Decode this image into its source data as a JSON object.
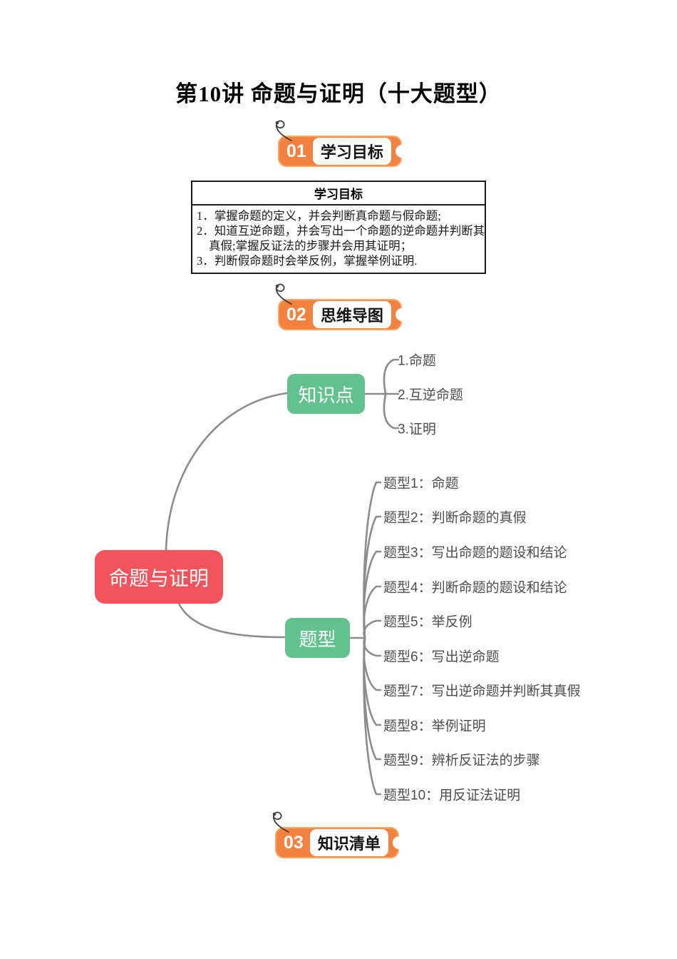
{
  "page": {
    "title": "第10讲 命题与证明（十大题型）"
  },
  "sections": [
    {
      "number": "01",
      "label": "学习目标"
    },
    {
      "number": "02",
      "label": "思维导图"
    },
    {
      "number": "03",
      "label": "知识清单"
    }
  ],
  "objectives_table": {
    "header": "学习目标",
    "lines": [
      "1．掌握命题的定义，并会判断真命题与假命题;",
      "2．知道互逆命题，并会写出一个命题的逆命题并判断其",
      "真假;掌握反证法的步骤并会用其证明；",
      "3．判断假命题时会举反例，掌握举例证明."
    ]
  },
  "mindmap": {
    "root": "命题与证明",
    "branches": [
      {
        "label": "知识点",
        "children": [
          "1.命题",
          "2.互逆命题",
          "3.证明"
        ]
      },
      {
        "label": "题型",
        "children": [
          "题型1：命题",
          "题型2：判断命题的真假",
          "题型3：写出命题的题设和结论",
          "题型4：判断命题的题设和结论",
          "题型5：举反例",
          "题型6：写出逆命题",
          "题型7：写出逆命题并判断其真假",
          "题型8：举例证明",
          "题型9：辨析反证法的步骤",
          "题型10：用反证法证明"
        ]
      }
    ]
  },
  "icons": {
    "pin": "spiral-pin"
  },
  "colors": {
    "badge_orange": "#F3813F",
    "badge_border": "#F9A765",
    "node_green": "#62C28D",
    "root_red": "#F3545C",
    "connector_gray": "#8C8C8C",
    "leaf_text": "#4d4d4d"
  }
}
